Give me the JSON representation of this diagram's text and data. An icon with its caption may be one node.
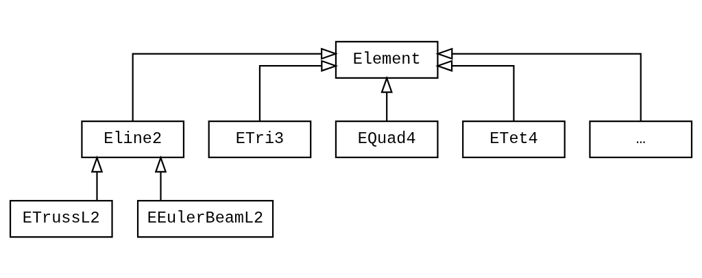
{
  "diagram": {
    "nodes": [
      {
        "text": [
          "Element"
        ]
      },
      {
        "text": [
          "Eline2"
        ]
      },
      {
        "text": [
          "ETri3"
        ]
      },
      {
        "text": [
          "EQuad4"
        ]
      },
      {
        "text": [
          "ETet4"
        ]
      },
      {
        "text": [
          "…"
        ]
      },
      {
        "text": [
          "ETrussL2"
        ]
      },
      {
        "text": [
          "EEulerBeamL2"
        ]
      }
    ],
    "edges": [
      {
        "from": 1,
        "to": 0,
        "arrow": "to"
      },
      {
        "from": 2,
        "to": 0,
        "arrow": "to"
      },
      {
        "from": 3,
        "to": 0,
        "arrow": "to"
      },
      {
        "from": 4,
        "to": 0,
        "arrow": "to"
      },
      {
        "from": 5,
        "to": 0,
        "arrow": "to"
      },
      {
        "from": 6,
        "to": 1,
        "arrow": "to"
      },
      {
        "from": 7,
        "to": 1,
        "arrow": "to"
      }
    ]
  }
}
